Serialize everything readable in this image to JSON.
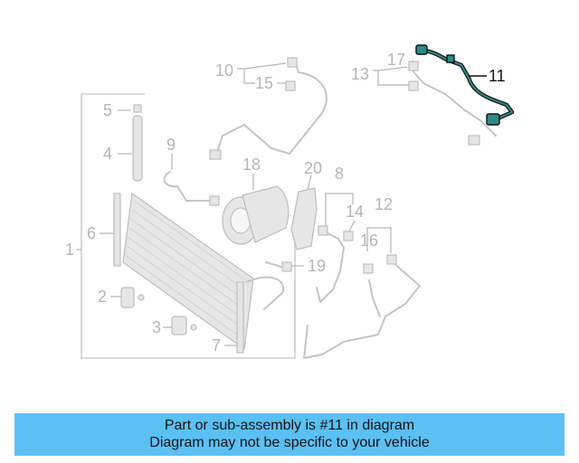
{
  "diagram": {
    "highlighted_part": "11",
    "callouts": {
      "c1": "1",
      "c2": "2",
      "c3": "3",
      "c4": "4",
      "c5": "5",
      "c6": "6",
      "c7": "7",
      "c8": "8",
      "c9": "9",
      "c10": "10",
      "c11": "11",
      "c12": "12",
      "c13": "13",
      "c14": "14",
      "c15": "15",
      "c16": "16",
      "c17": "17",
      "c18": "18",
      "c19": "19",
      "c20": "20"
    },
    "colors": {
      "highlight": "#2d8a86",
      "muted": "#c4c4c4",
      "banner": "#5bc0f4"
    }
  },
  "banner": {
    "line1": "Part or sub-assembly is #11 in diagram",
    "line2": "Diagram may not be specific to your vehicle"
  }
}
